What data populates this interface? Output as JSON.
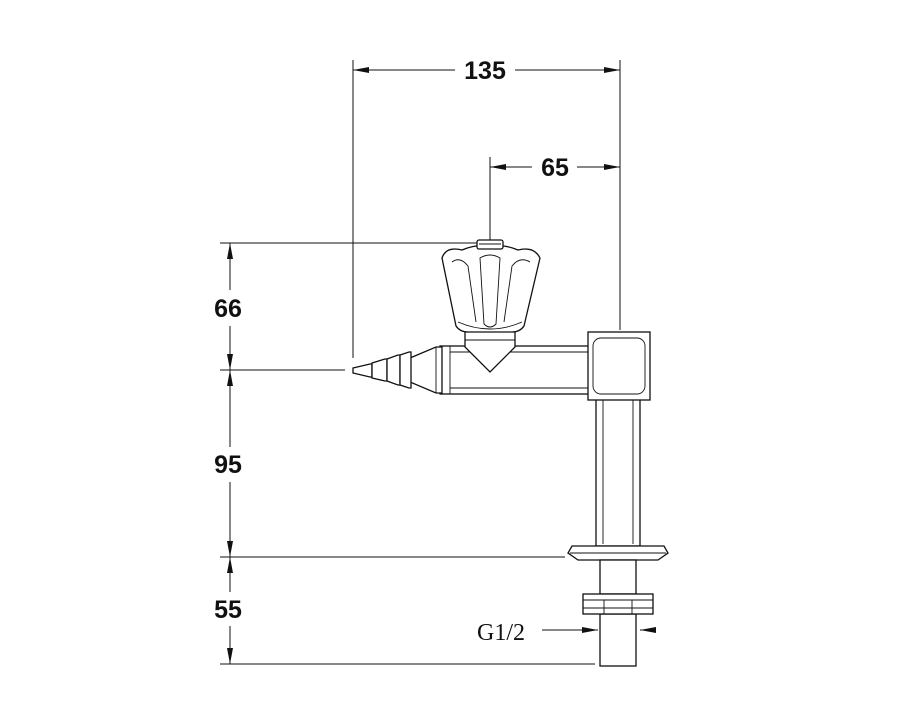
{
  "dimensions": {
    "total_width": "135",
    "handle_offset": "65",
    "handle_height": "66",
    "outlet_height": "95",
    "shank_length": "55",
    "thread": "G1/2"
  }
}
